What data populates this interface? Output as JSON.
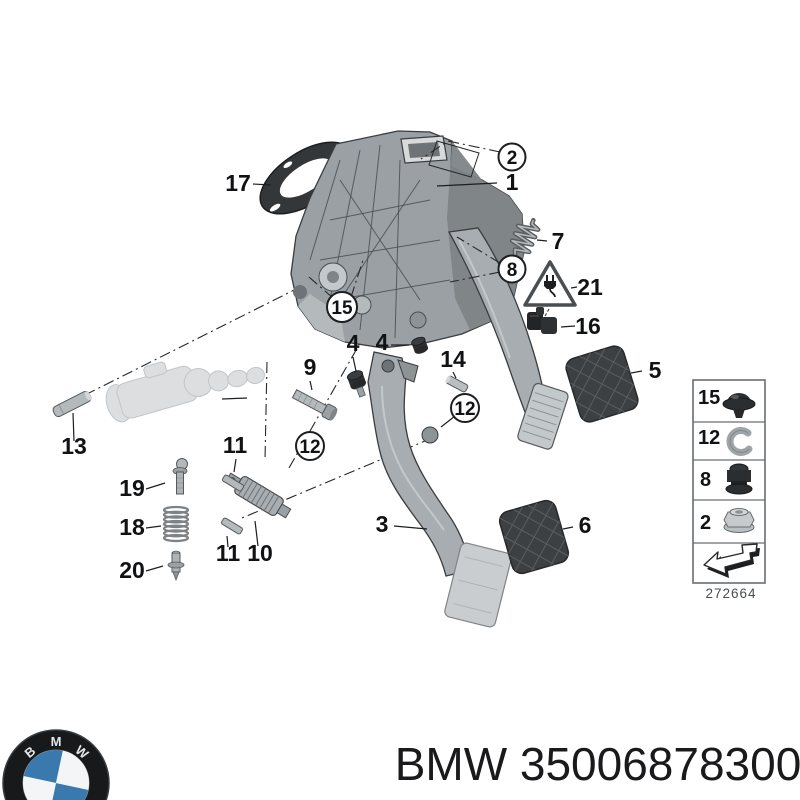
{
  "diagram": {
    "drawing_number": "272664",
    "labels": {
      "n1": "1",
      "n2": "2",
      "n3": "3",
      "n4": "4",
      "n5": "5",
      "n6": "6",
      "n7": "7",
      "n8": "8",
      "n9": "9",
      "n10": "10",
      "n11": "11",
      "n12": "12",
      "n13": "13",
      "n14": "14",
      "n15": "15",
      "n16": "16",
      "n17": "17",
      "n18": "18",
      "n19": "19",
      "n20": "20",
      "n21": "21"
    },
    "legend": {
      "items": [
        {
          "number": "15",
          "part": "rubber-grommet-plug"
        },
        {
          "number": "12",
          "part": "c-clip"
        },
        {
          "number": "8",
          "part": "rubber-grommet"
        },
        {
          "number": "2",
          "part": "flange-nut"
        }
      ],
      "direction_symbol": "bent-arrow"
    },
    "colors": {
      "metal": "#9aa0a4",
      "metal_light": "#c3c8cb",
      "metal_dark": "#7e8487",
      "pad_dark": "#3d4043",
      "ghost": "#dcdee0",
      "line": "#1c1e20"
    }
  },
  "footer": {
    "brand": "BMW",
    "part_number": "35006878300",
    "logo": {
      "letters": [
        "B",
        "M",
        "W"
      ],
      "blue": "#3a79ad"
    }
  }
}
